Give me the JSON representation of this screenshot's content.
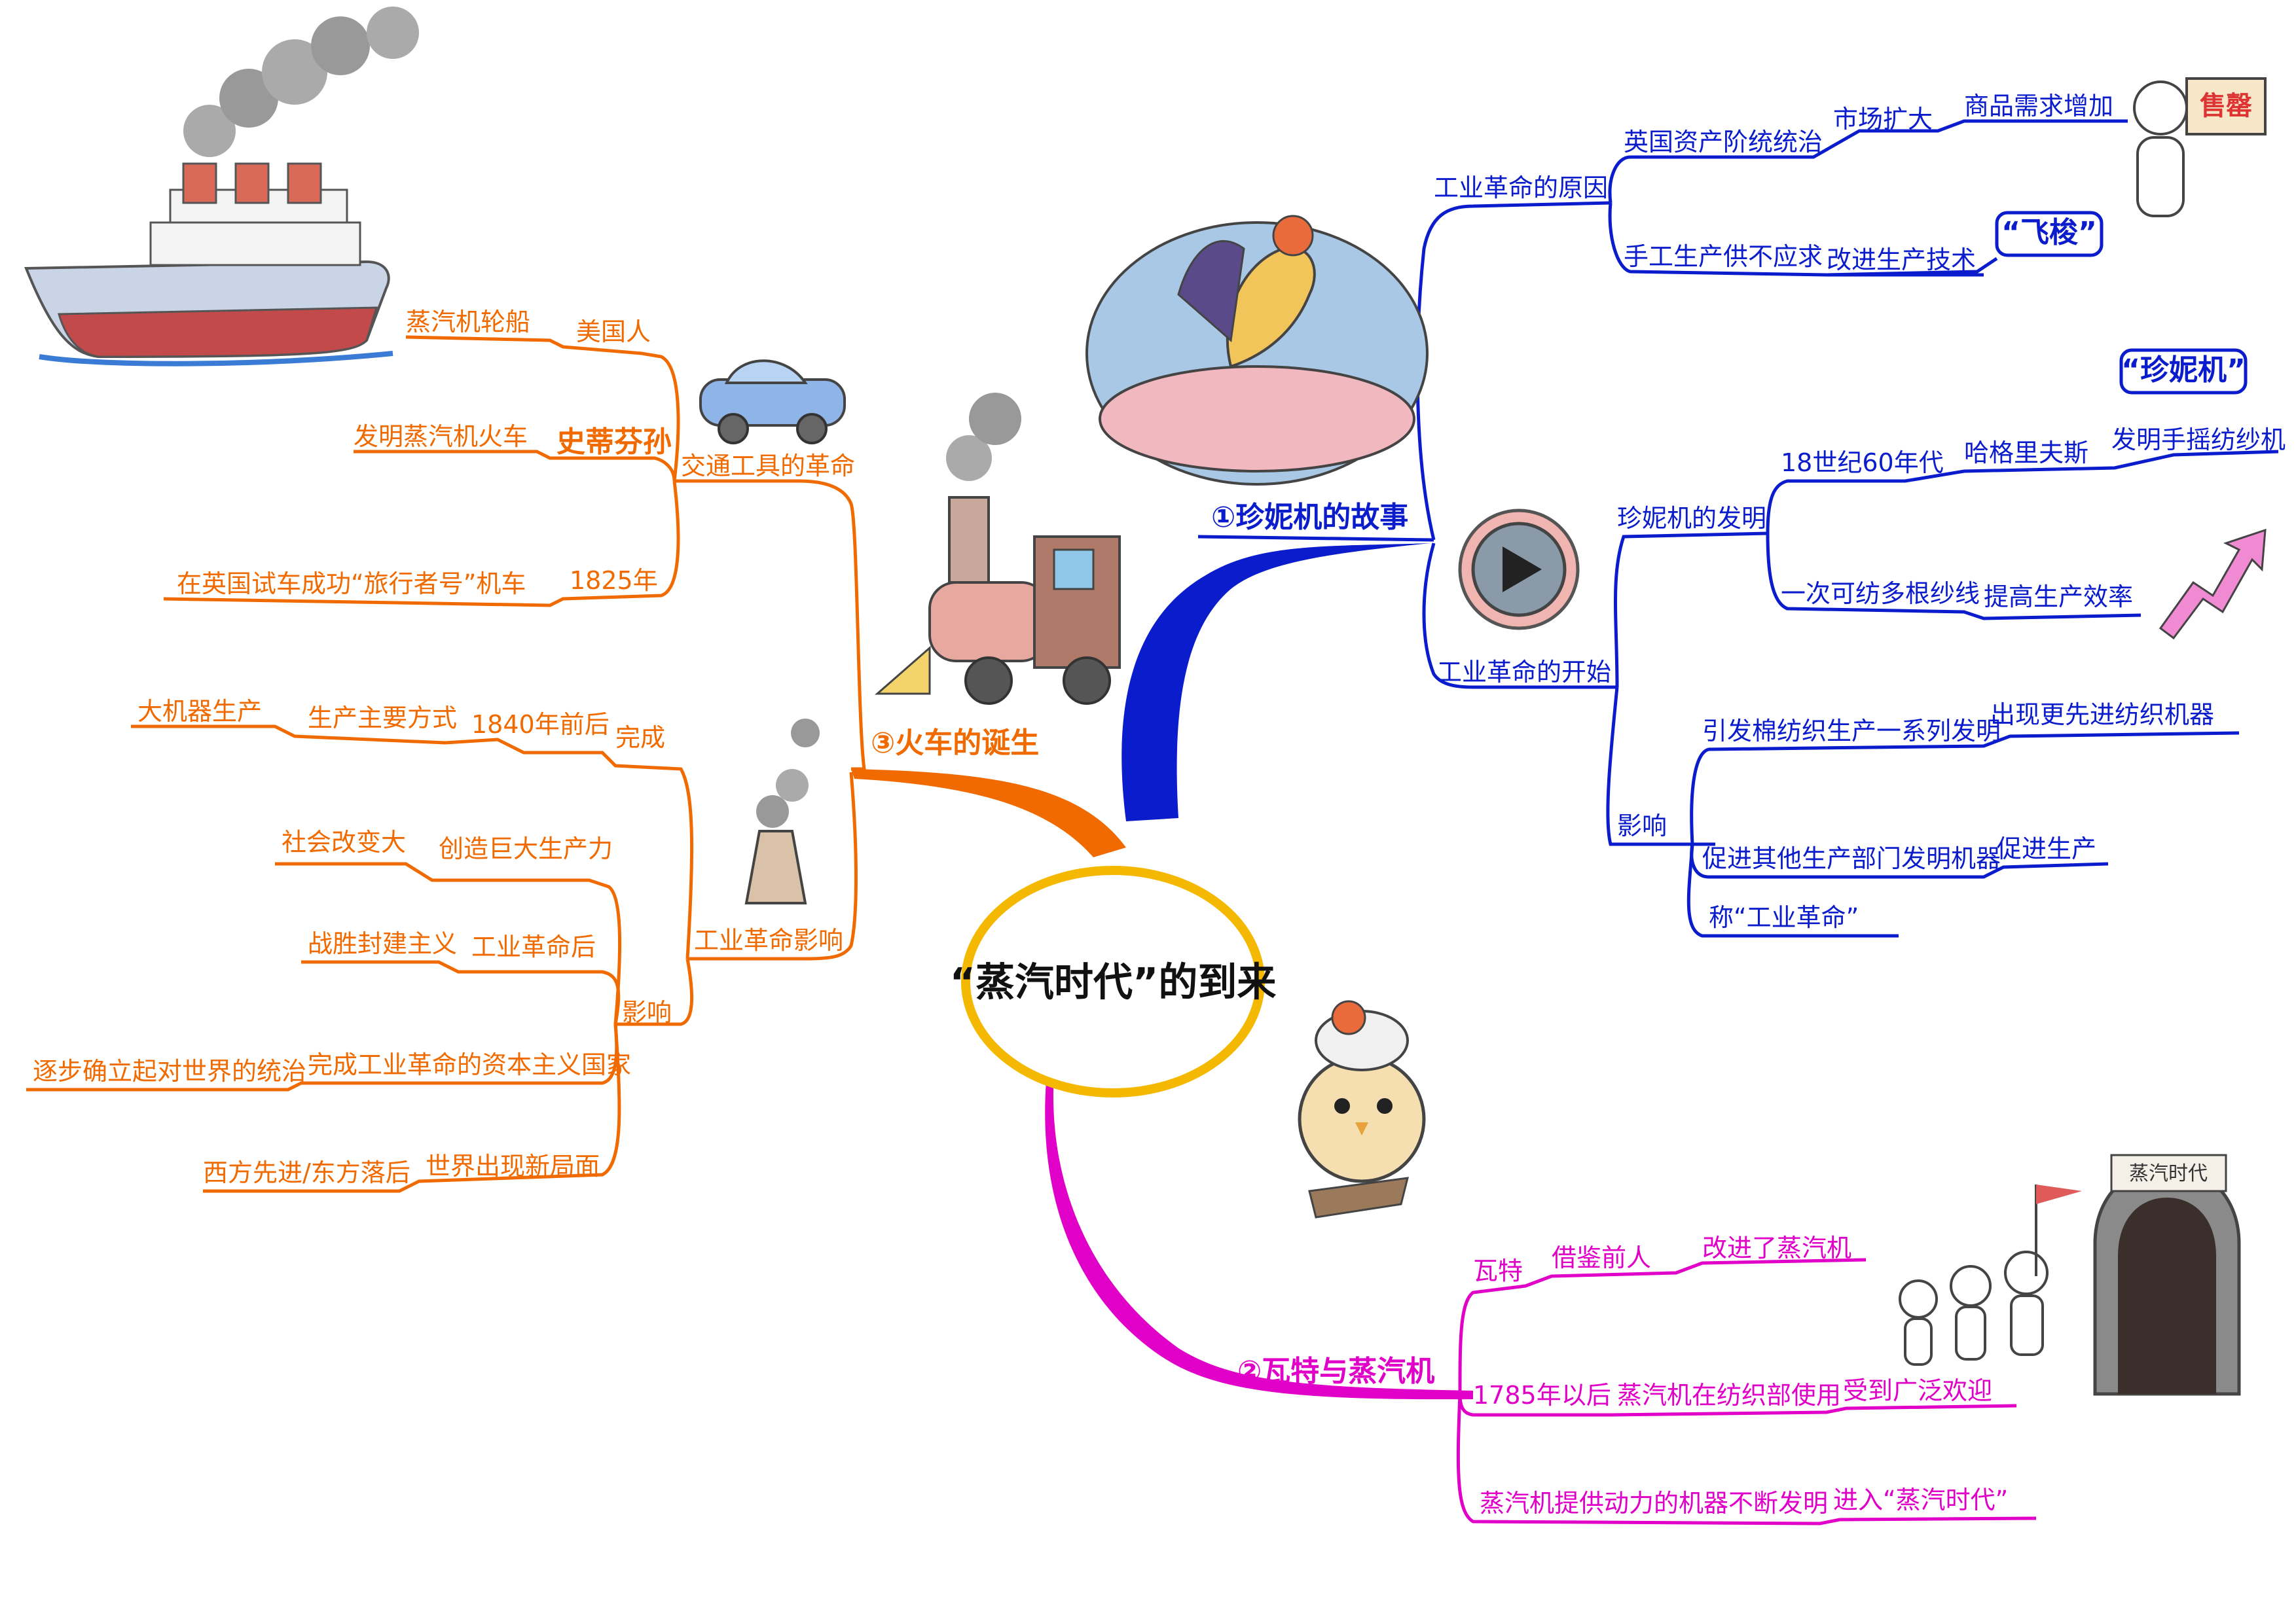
{
  "colors": {
    "orange": "#f06a00",
    "blue": "#0a1ccc",
    "magenta": "#e000c8",
    "center_ring": "#f5b800"
  },
  "center": {
    "title": "“蒸汽时代”的到来"
  },
  "branch_jenny": {
    "title": "①珍妮机的故事",
    "reason": {
      "label": "工业革命的原因",
      "item1": "英国资产阶统统治",
      "item1_a": "市场扩大",
      "item1_b": "商品需求增加",
      "item2": "手工生产供不应求",
      "item2_a": "改进生产技术",
      "item2_b": "“飞梭”"
    },
    "start": {
      "label": "工业革命的开始",
      "invent": "珍妮机的发明",
      "inv_1": "18世纪60年代",
      "inv_1a": "哈格里夫斯",
      "inv_1b": "发明手摇纺纱机",
      "inv_1c": "“珍妮机”",
      "inv_2": "一次可纺多根纱线",
      "inv_2a": "提高生产效率",
      "impact": "影响",
      "imp_1": "引发棉纺织生产一系列发明",
      "imp_1a": "出现更先进纺织机器",
      "imp_2": "促进其他生产部门发明机器",
      "imp_2a": "促进生产",
      "imp_3": "称“工业革命”"
    },
    "sign_text": "售罄"
  },
  "branch_watt": {
    "title": "②瓦特与蒸汽机",
    "item1": "瓦特",
    "item1_a": "借鉴前人",
    "item1_b": "改进了蒸汽机",
    "item2": "1785年以后",
    "item2_a": "蒸汽机在纺织部使用",
    "item2_b": "受到广泛欢迎",
    "item3": "蒸汽机提供动力的机器不断发明",
    "item3_a": "进入“蒸汽时代”",
    "tunnel_sign": "蒸汽时代"
  },
  "branch_train": {
    "title": "③火车的诞生",
    "transport": {
      "label": "交通工具的革命",
      "item1": "美国人",
      "item1_a": "蒸汽机轮船",
      "item2": "史蒂芬孙",
      "item2_a": "发明蒸汽机火车",
      "item3": "1825年",
      "item3_a": "在英国试车成功“旅行者号”机车"
    },
    "impact": {
      "label": "工业革命影响",
      "done": "完成",
      "done_a": "1840年前后",
      "done_b": "生产主要方式",
      "done_c": "大机器生产",
      "influence": "影响",
      "inf_1": "创造巨大生产力",
      "inf_1a": "社会改变大",
      "inf_2": "工业革命后",
      "inf_2a": "战胜封建主义",
      "inf_3": "完成工业革命的资本主义国家",
      "inf_3a": "逐步确立起对世界的统治",
      "inf_4": "世界出现新局面",
      "inf_4a": "西方先进/东方落后"
    }
  }
}
